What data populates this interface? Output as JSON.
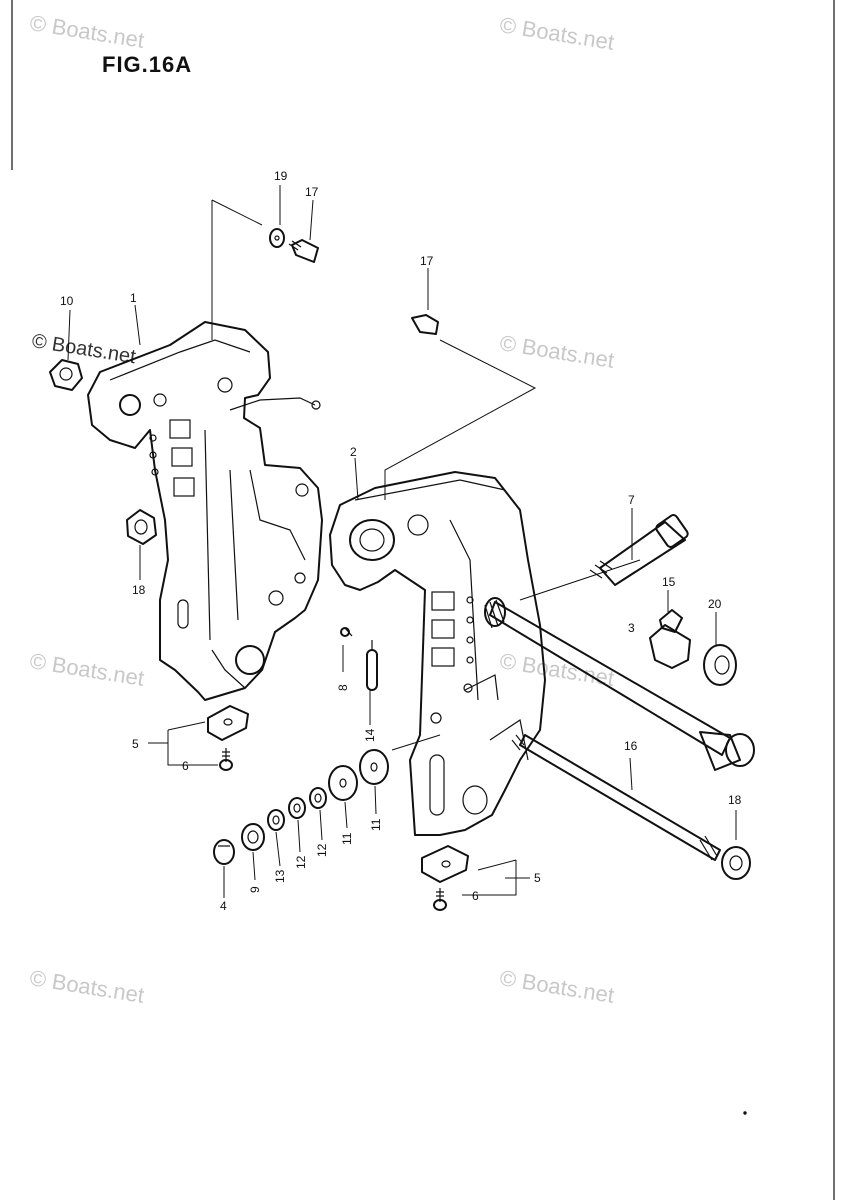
{
  "figure": {
    "title": "FIG.16A"
  },
  "watermark": {
    "text": "© Boats.net"
  },
  "callouts": {
    "c1": "1",
    "c2": "2",
    "c3": "3",
    "c4": "4",
    "c5a": "5",
    "c5b": "5",
    "c6a": "6",
    "c6b": "6",
    "c7": "7",
    "c8": "8",
    "c9": "9",
    "c10": "10",
    "c11a": "11",
    "c11b": "11",
    "c12a": "12",
    "c12b": "12",
    "c13": "13",
    "c14": "14",
    "c15": "15",
    "c16": "16",
    "c17a": "17",
    "c17b": "17",
    "c18a": "18",
    "c18b": "18",
    "c19": "19",
    "c20": "20"
  }
}
